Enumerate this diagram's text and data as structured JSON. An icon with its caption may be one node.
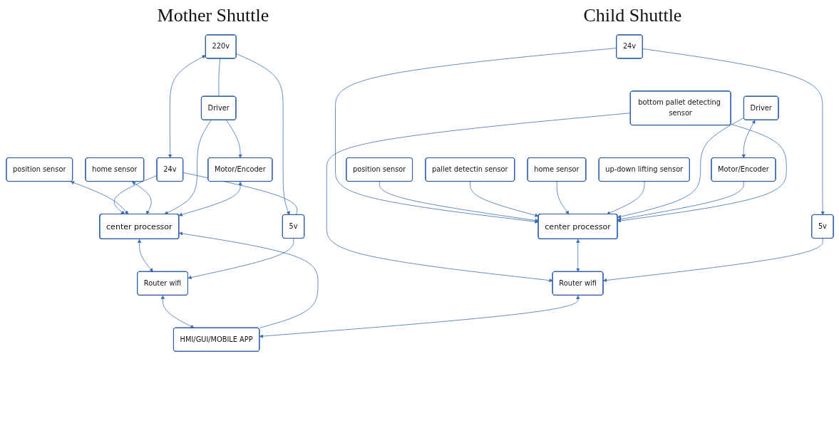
{
  "diagram": {
    "nodes": [
      {
        "text": [
          "220v"
        ]
      },
      {
        "text": [
          "24v"
        ]
      },
      {
        "text": [
          "position sensor"
        ]
      },
      {
        "text": [
          "home sensor"
        ]
      },
      {
        "text": [
          "Driver"
        ]
      },
      {
        "text": [
          "Motor/Encoder"
        ]
      },
      {
        "text": [
          "center processor"
        ]
      },
      {
        "text": [
          "5v"
        ]
      },
      {
        "text": [
          "Router wifi"
        ]
      },
      {
        "text": [
          "24v"
        ]
      },
      {
        "text": [
          "position sensor"
        ]
      },
      {
        "text": [
          "pallet detectin sensor"
        ]
      },
      {
        "text": [
          "home sensor"
        ]
      },
      {
        "text": [
          "center processor"
        ]
      },
      {
        "text": [
          "up-down lifting sensor"
        ]
      },
      {
        "text": [
          "Driver"
        ]
      },
      {
        "text": [
          "Motor/Encoder"
        ]
      },
      {
        "text": [
          "bottom pallet detecting sensor"
        ]
      },
      {
        "text": [
          "5v"
        ]
      },
      {
        "text": [
          "Router wifi"
        ]
      },
      {
        "text": [
          "HMI/GUI/MOBILE APP"
        ]
      }
    ],
    "edges": [
      {
        "from": 0,
        "to": 1,
        "arrow": "both"
      },
      {
        "from": 0,
        "to": 4,
        "arrow": "none"
      },
      {
        "from": 0,
        "to": 7,
        "arrow": "to"
      },
      {
        "from": 1,
        "to": 7,
        "arrow": "none"
      },
      {
        "from": 1,
        "to": 6,
        "arrow": "to"
      },
      {
        "from": 2,
        "to": 6,
        "arrow": "both"
      },
      {
        "from": 3,
        "to": 6,
        "arrow": "both"
      },
      {
        "from": 4,
        "to": 6,
        "arrow": "to"
      },
      {
        "from": 4,
        "to": 5,
        "arrow": "to"
      },
      {
        "from": 5,
        "to": 6,
        "arrow": "both"
      },
      {
        "from": 6,
        "to": 8,
        "arrow": "both"
      },
      {
        "from": 7,
        "to": 8,
        "arrow": "to"
      },
      {
        "from": 8,
        "to": 20,
        "arrow": "both"
      },
      {
        "from": 20,
        "to": 6,
        "arrow": "to"
      },
      {
        "from": 9,
        "to": 13,
        "arrow": "to"
      },
      {
        "from": 9,
        "to": 18,
        "arrow": "to"
      },
      {
        "from": 10,
        "to": 13,
        "arrow": "to"
      },
      {
        "from": 11,
        "to": 13,
        "arrow": "to"
      },
      {
        "from": 12,
        "to": 13,
        "arrow": "to"
      },
      {
        "from": 14,
        "to": 13,
        "arrow": "to"
      },
      {
        "from": 15,
        "to": 13,
        "arrow": "to"
      },
      {
        "from": 15,
        "to": 16,
        "arrow": "both"
      },
      {
        "from": 16,
        "to": 13,
        "arrow": "to"
      },
      {
        "from": 17,
        "to": 13,
        "arrow": "to"
      },
      {
        "from": 17,
        "to": 19,
        "arrow": "to"
      },
      {
        "from": 13,
        "to": 19,
        "arrow": "both"
      },
      {
        "from": 18,
        "to": 19,
        "arrow": "to"
      },
      {
        "from": 19,
        "to": 20,
        "arrow": "both"
      }
    ],
    "labels": [
      "Mother Shuttle",
      "Child Shuttle"
    ]
  }
}
